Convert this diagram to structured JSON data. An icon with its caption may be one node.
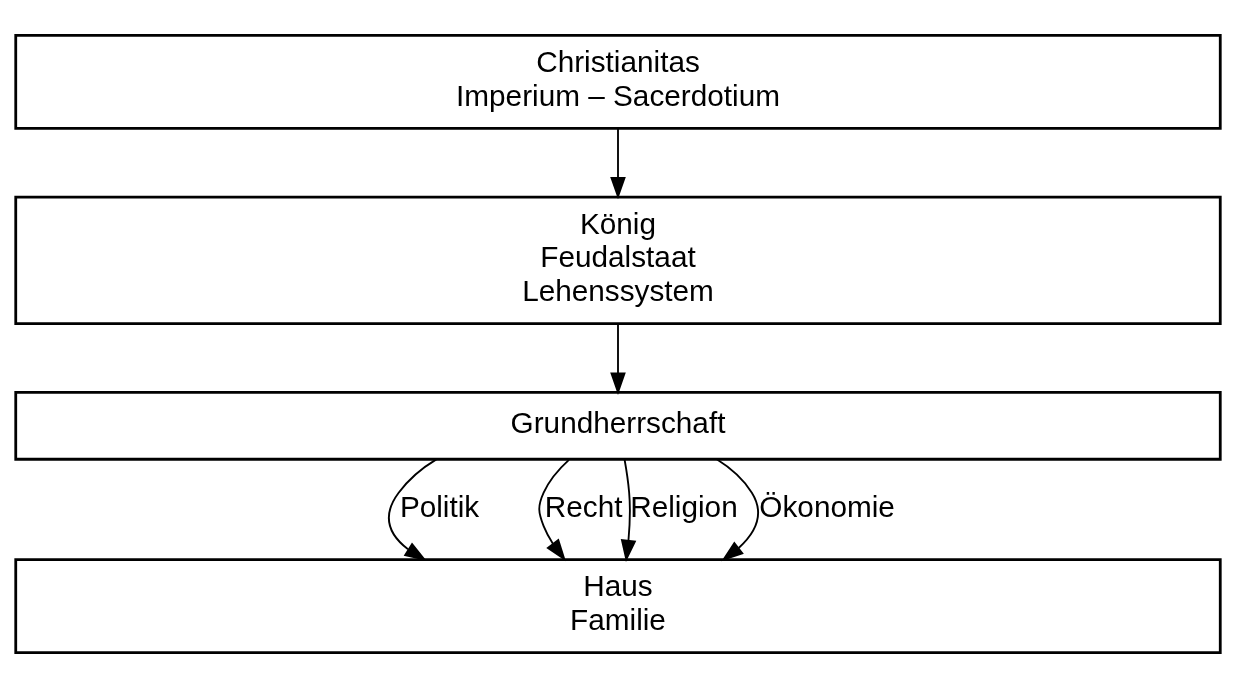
{
  "diagram": {
    "nodes": [
      {
        "text": [
          "Christianitas",
          "Imperium – Sacerdotium"
        ]
      },
      {
        "text": [
          "König",
          "Feudalstaat",
          "Lehenssystem"
        ]
      },
      {
        "text": [
          "Grundherrschaft"
        ]
      },
      {
        "text": [
          "Haus",
          "Familie"
        ]
      }
    ],
    "edges": [
      {
        "from": 0,
        "to": 1,
        "arrow": "to"
      },
      {
        "from": 1,
        "to": 2,
        "arrow": "to"
      },
      {
        "from": 2,
        "to": 3,
        "arrow": "to",
        "label": "Politik"
      },
      {
        "from": 2,
        "to": 3,
        "arrow": "to",
        "label": "Recht"
      },
      {
        "from": 2,
        "to": 3,
        "arrow": "to",
        "label": "Religion"
      },
      {
        "from": 2,
        "to": 3,
        "arrow": "to",
        "label": "Ökonomie"
      }
    ]
  }
}
